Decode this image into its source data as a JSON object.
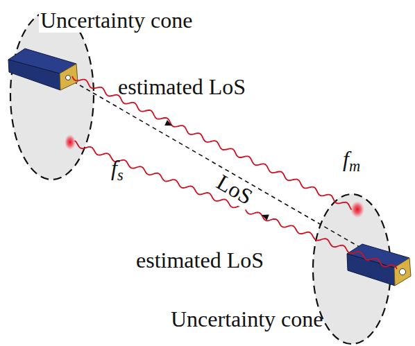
{
  "diagram": {
    "labels": [
      "Uncertainty cone",
      "estimated LoS",
      "LoS",
      "fm",
      "fs",
      "estimated LoS",
      "Uncertainty cone"
    ]
  }
}
